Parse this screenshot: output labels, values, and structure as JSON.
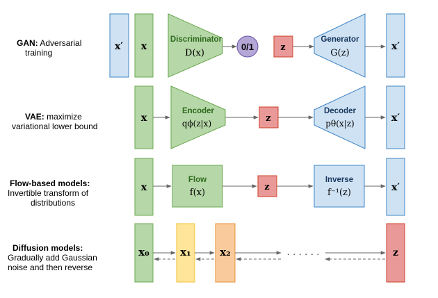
{
  "colors": {
    "green_fill": "#b6d7a8",
    "green_stroke": "#6aa84f",
    "blue_fill": "#cfe2f3",
    "blue_stroke": "#3d85c6",
    "red_fill": "#ea9999",
    "red_stroke": "#cc4125",
    "yellow_fill": "#ffe599",
    "yellow_stroke": "#f1c232",
    "orange_fill": "#f9cb9c",
    "orange_stroke": "#e69138",
    "purple_fill": "#b4a7d6",
    "purple_stroke": "#674ea7",
    "arrow": "#666666"
  },
  "rows": {
    "gan": {
      "title": "GAN:",
      "desc_1": " Adversarial",
      "desc_2": "training",
      "x_prime": "x′",
      "x": "x",
      "discriminator": "Discriminator",
      "d_fn": "D(x)",
      "output": "0/1",
      "z": "z",
      "generator": "Generator",
      "g_fn": "G(z)",
      "x_out": "x′"
    },
    "vae": {
      "title": "VAE:",
      "desc_1": " maximize",
      "desc_2": "variational lower bound",
      "x": "x",
      "encoder": "Encoder",
      "q_fn": "qϕ(z|x)",
      "z": "z",
      "decoder": "Decoder",
      "p_fn": "pθ(x|z)",
      "x_out": "x′"
    },
    "flow": {
      "title_1": "Flow-based models:",
      "desc_1": "Invertible transform of",
      "desc_2": "distributions",
      "x": "x",
      "flow": "Flow",
      "f_fn": "f(x)",
      "z": "z",
      "inverse": "Inverse",
      "finv_fn": "f⁻¹(z)",
      "x_out": "x′"
    },
    "diffusion": {
      "title_1": "Diffusion models:",
      "desc_1": "Gradually add Gaussian",
      "desc_2": "noise and then reverse",
      "x0": "x₀",
      "x1": "x₁",
      "x2": "x₂",
      "dots": "· · ·   · · ·",
      "z": "z"
    }
  }
}
